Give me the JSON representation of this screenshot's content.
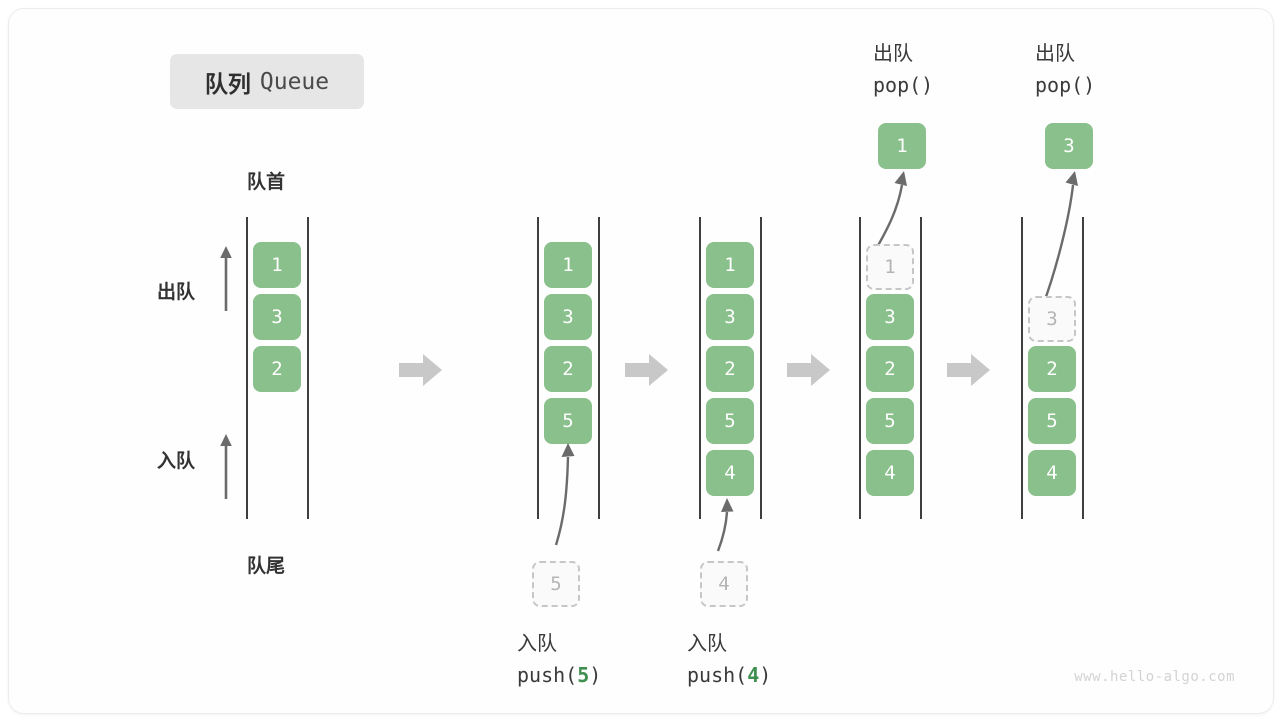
{
  "title": {
    "cn": "队列",
    "en": "Queue"
  },
  "labels": {
    "front": "队首",
    "rear": "队尾",
    "dequeue": "出队",
    "enqueue": "入队"
  },
  "watermark": "www.hello-algo.com",
  "colors": {
    "cell_fill": "#89c08b",
    "cell_text": "#ffffff",
    "ghost_fill": "#fafafa",
    "ghost_border": "#c6c6c6",
    "ghost_text": "#b4b4b4",
    "rail": "#3f3f3f",
    "arrow": "#c8c8c8",
    "curve_arrow": "#6b6b6b",
    "accent_number": "#3f8f4f",
    "badge_bg": "#e6e6e6",
    "text": "#333333"
  },
  "columns": [
    {
      "id": "initial",
      "caption_top": null,
      "caption_bottom": null,
      "popped_value": null,
      "cells": [
        {
          "value": "1",
          "state": "filled"
        },
        {
          "value": "3",
          "state": "filled"
        },
        {
          "value": "2",
          "state": "filled"
        }
      ],
      "side_labels": [
        {
          "text": "出队",
          "name": "dequeue-direction-label"
        },
        {
          "text": "入队",
          "name": "enqueue-direction-label"
        }
      ]
    },
    {
      "id": "push-5",
      "caption_top": null,
      "caption_bottom": {
        "cn": "入队",
        "call_prefix": "push(",
        "call_number": "5",
        "call_suffix": ")"
      },
      "incoming_value": "5",
      "popped_value": null,
      "cells": [
        {
          "value": "1",
          "state": "filled"
        },
        {
          "value": "3",
          "state": "filled"
        },
        {
          "value": "2",
          "state": "filled"
        },
        {
          "value": "5",
          "state": "filled"
        }
      ]
    },
    {
      "id": "push-4",
      "caption_top": null,
      "caption_bottom": {
        "cn": "入队",
        "call_prefix": "push(",
        "call_number": "4",
        "call_suffix": ")"
      },
      "incoming_value": "4",
      "popped_value": null,
      "cells": [
        {
          "value": "1",
          "state": "filled"
        },
        {
          "value": "3",
          "state": "filled"
        },
        {
          "value": "2",
          "state": "filled"
        },
        {
          "value": "5",
          "state": "filled"
        },
        {
          "value": "4",
          "state": "filled"
        }
      ]
    },
    {
      "id": "pop-1",
      "caption_top": {
        "cn": "出队",
        "call": "pop()"
      },
      "caption_bottom": null,
      "popped_value": "1",
      "cells": [
        {
          "value": "1",
          "state": "ghost"
        },
        {
          "value": "3",
          "state": "filled"
        },
        {
          "value": "2",
          "state": "filled"
        },
        {
          "value": "5",
          "state": "filled"
        },
        {
          "value": "4",
          "state": "filled"
        }
      ]
    },
    {
      "id": "pop-3",
      "caption_top": {
        "cn": "出队",
        "call": "pop()"
      },
      "caption_bottom": null,
      "popped_value": "3",
      "cells": [
        {
          "value": "",
          "state": "empty"
        },
        {
          "value": "3",
          "state": "ghost"
        },
        {
          "value": "2",
          "state": "filled"
        },
        {
          "value": "5",
          "state": "filled"
        },
        {
          "value": "4",
          "state": "filled"
        }
      ]
    }
  ],
  "step_arrows": 4
}
